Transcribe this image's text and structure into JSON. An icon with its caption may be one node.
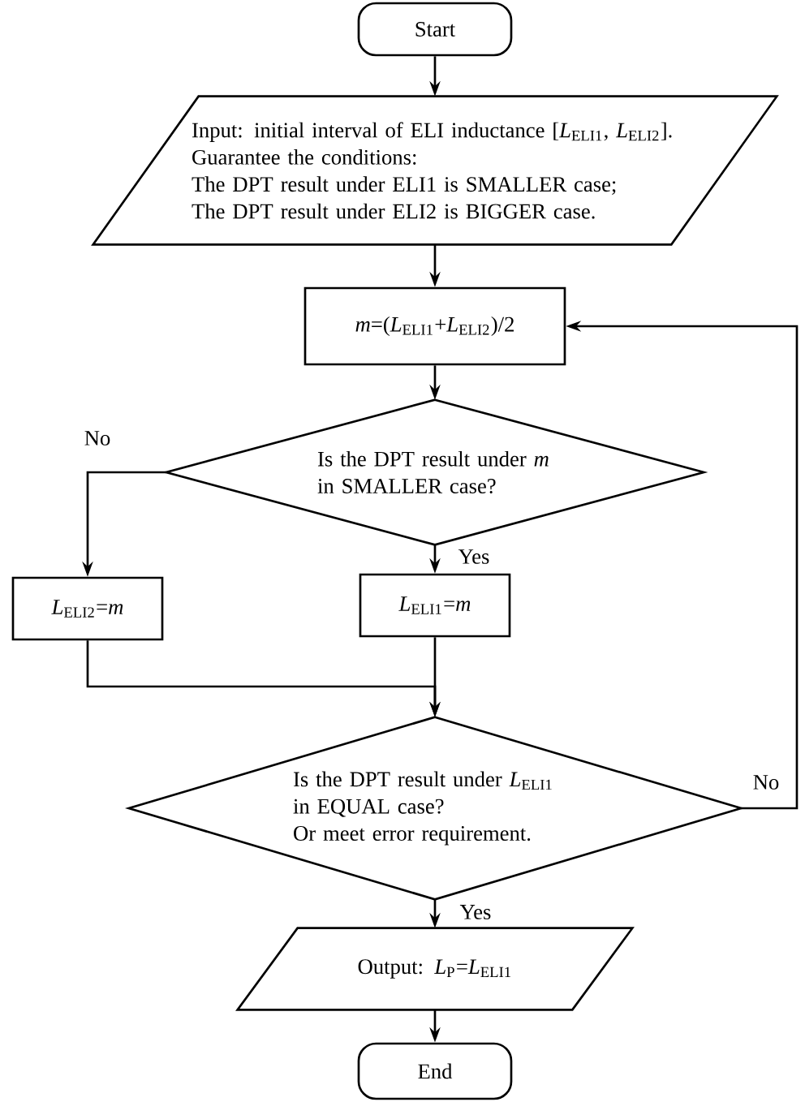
{
  "diagram": {
    "nodes": [
      {
        "text": [
          "Start"
        ]
      },
      {
        "text": [
          "Input: initial interval of ELI inductance [*L*$_{ELI1}$, *L*$_{ELI2}$].",
          "Guarantee the conditions:",
          "The DPT result under ELI1 is SMALLER case;",
          "The DPT result under ELI2 is BIGGER case."
        ]
      },
      {
        "text": [
          "*m*=(*L*$_{ELI1}$+*L*$_{ELI2}$)/2"
        ]
      },
      {
        "text": [
          "Is the DPT result under *m* in SMALLER case?"
        ]
      },
      {
        "text": [
          "*L*$_{ELI2}$=*m*"
        ]
      },
      {
        "text": [
          "*L*$_{ELI1}$=*m*"
        ]
      },
      {
        "text": [
          "Is the DPT result under *L*$_{ELI1}$ in EQUAL case?",
          "Or meet error requirement."
        ]
      },
      {
        "text": [
          "Output: *L*$_{P}$=*L*$_{ELI1}$"
        ]
      },
      {
        "text": [
          "End"
        ]
      }
    ],
    "edges": [
      {
        "from": 0,
        "to": 1,
        "arrow": "to"
      },
      {
        "from": 1,
        "to": 2,
        "arrow": "to"
      },
      {
        "from": 2,
        "to": 3,
        "arrow": "to"
      },
      {
        "from": 3,
        "to": 4,
        "arrow": "to",
        "label": "No"
      },
      {
        "from": 3,
        "to": 5,
        "arrow": "to",
        "label": "Yes"
      },
      {
        "from": 4,
        "to": 6,
        "arrow": "to"
      },
      {
        "from": 5,
        "to": 6,
        "arrow": "to"
      },
      {
        "from": 6,
        "to": 2,
        "arrow": "to",
        "label": "No"
      },
      {
        "from": 6,
        "to": 7,
        "arrow": "to",
        "label": "Yes"
      },
      {
        "from": 7,
        "to": 8,
        "arrow": "to"
      }
    ]
  }
}
